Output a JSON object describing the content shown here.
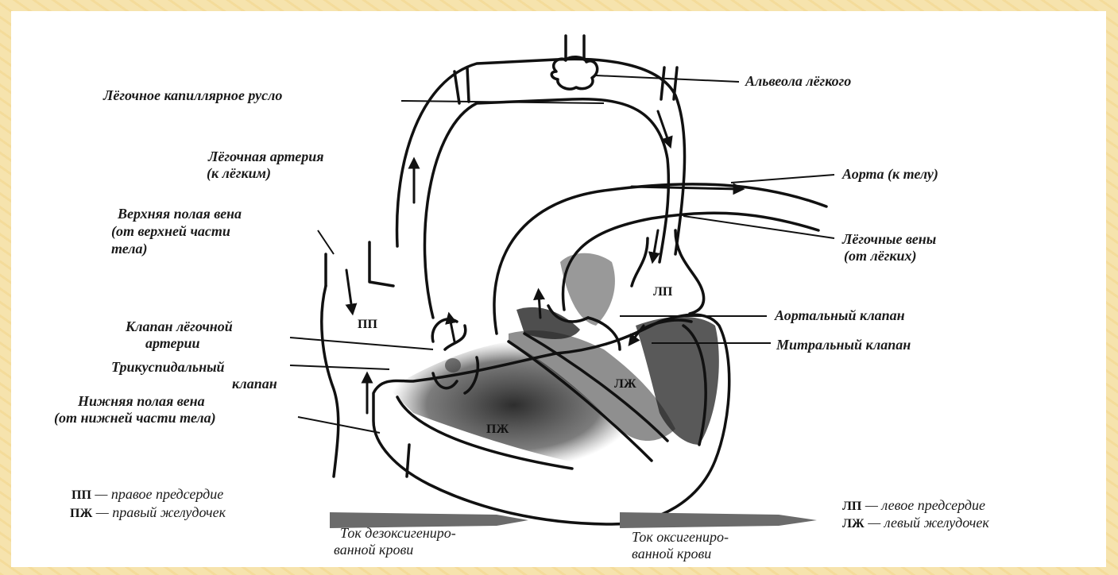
{
  "labels": {
    "alveola": "Альвеола лёгкого",
    "capillary_bed": "Лёгочное капиллярное русло",
    "pulmonary_artery_1": "Лёгочная артерия",
    "pulmonary_artery_2": "(к лёгким)",
    "aorta": "Аорта (к телу)",
    "superior_vena_cava_1": "Верхняя полая вена",
    "superior_vena_cava_2": "(от верхней части",
    "superior_vena_cava_3": "тела)",
    "pulmonary_veins_1": "Лёгочные вены",
    "pulmonary_veins_2": "(от лёгких)",
    "aortic_valve": "Аортальный клапан",
    "pulmonary_valve_1": "Клапан лёгочной",
    "pulmonary_valve_2": "артерии",
    "mitral_valve": "Митральный клапан",
    "tricuspid_valve_1": "Трикуспидальный",
    "tricuspid_valve_2": "клапан",
    "inferior_vena_cava_1": "Нижняя полая вена",
    "inferior_vena_cava_2": "(от нижней части тела)"
  },
  "chambers": {
    "ra": "ПП",
    "la": "ЛП",
    "rv": "ПЖ",
    "lv": "ЛЖ"
  },
  "legend": {
    "ra_abbr": "ПП",
    "ra_text": " — правое предсердие",
    "rv_abbr": "ПЖ",
    "rv_text": " — правый желудочек",
    "la_abbr": "ЛП",
    "la_text": " — левое предсердие",
    "lv_abbr": "ЛЖ",
    "lv_text": " — левый желудочек",
    "deoxy_1": "Ток дезоксигениро-",
    "deoxy_2": "ванной крови",
    "oxy_1": "Ток оксигениро-",
    "oxy_2": "ванной крови"
  }
}
